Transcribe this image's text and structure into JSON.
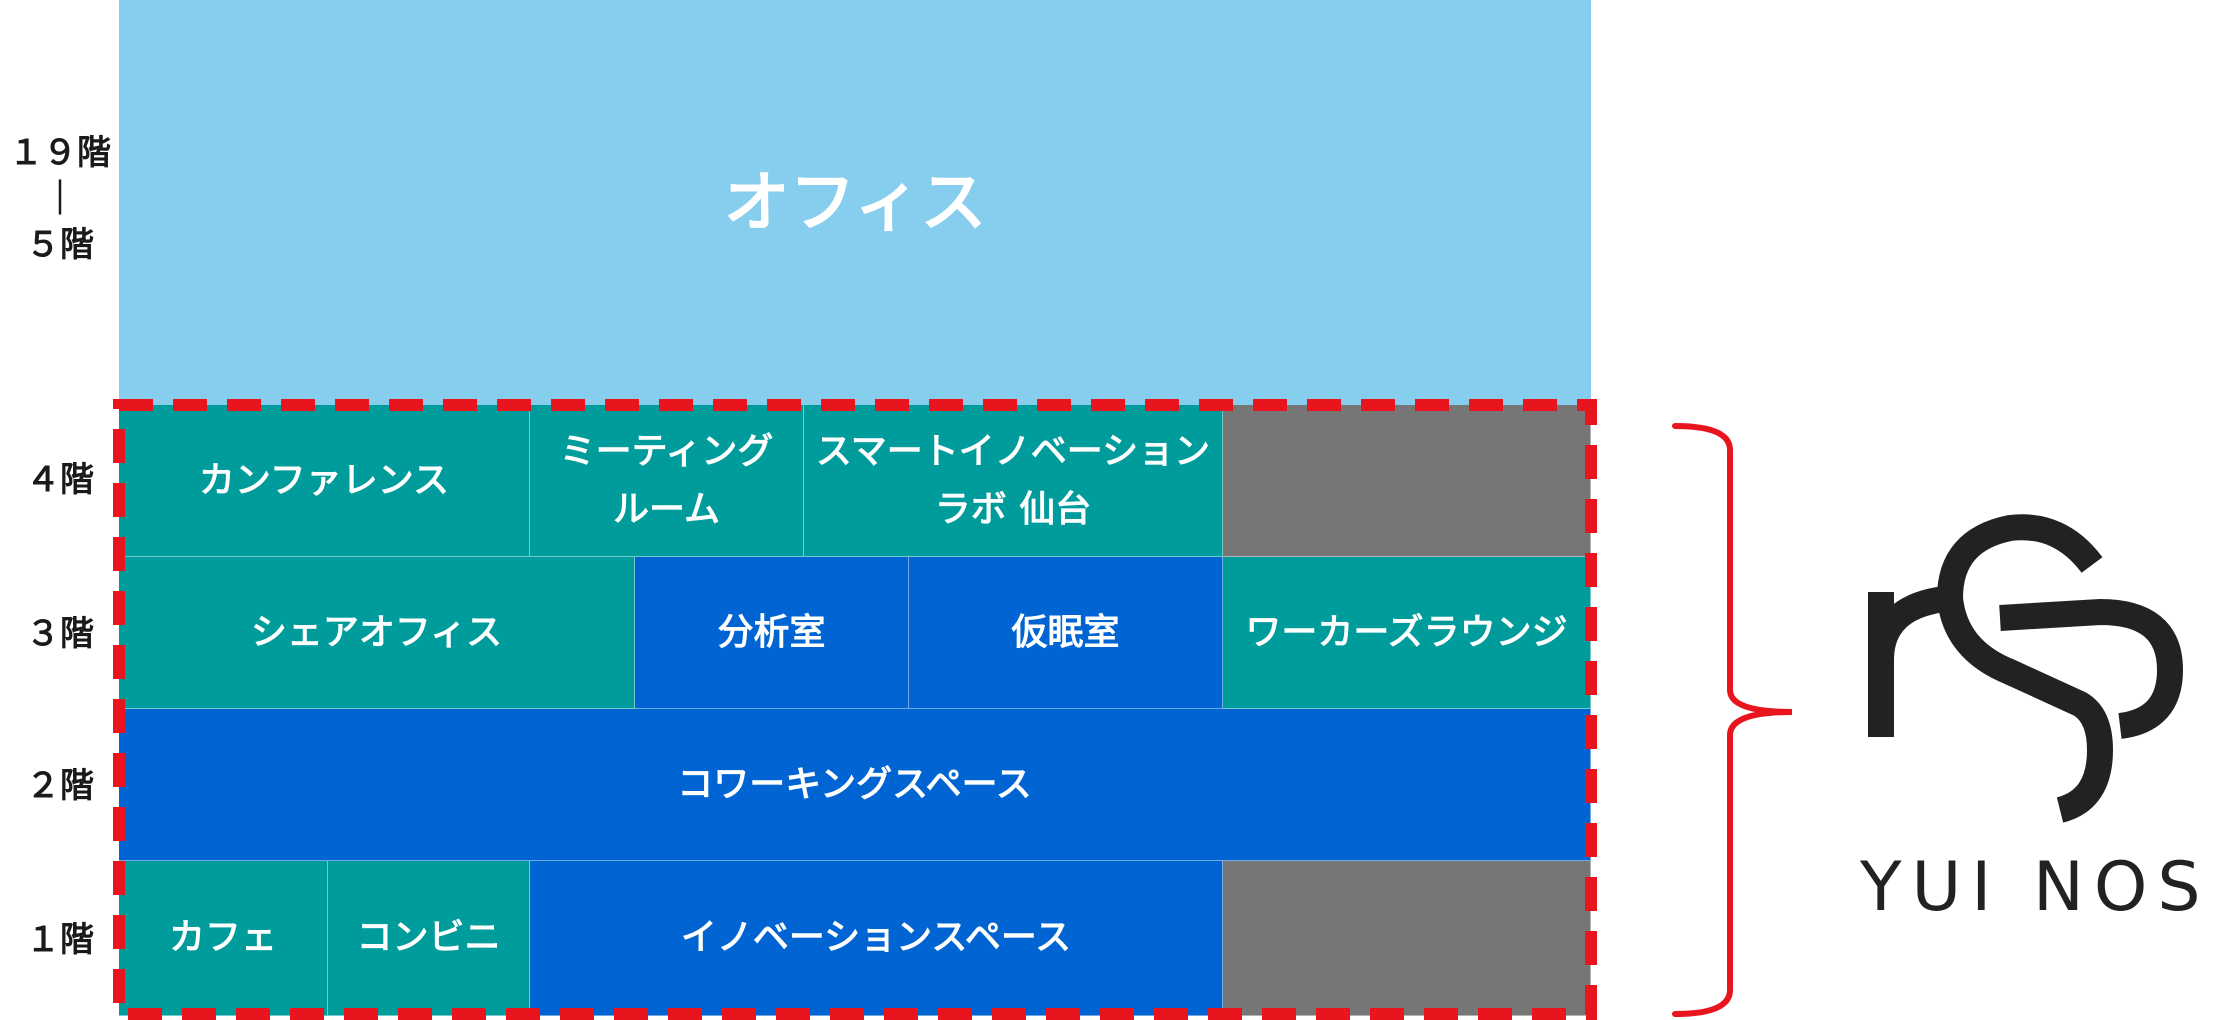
{
  "colors": {
    "office": "#87CDEE",
    "teal": "#009B9B",
    "blue": "#0064D2",
    "gray": "#767676",
    "dashed": "#E8141E",
    "bracket": "#E8141E",
    "logo": "#222222"
  },
  "floors": {
    "f19_top": "１９階",
    "f19_mid": "｜",
    "f19_bottom": "５階",
    "f4": "４階",
    "f3": "３階",
    "f2": "２階",
    "f1": "１階"
  },
  "office": {
    "label": "オフィス"
  },
  "fourth": {
    "conference": "カンファレンス",
    "meeting": "ミーティング\nルーム",
    "smart_lab": "スマートイノベーション\nラボ 仙台",
    "empty": ""
  },
  "third": {
    "share_office": "シェアオフィス",
    "analysis": "分析室",
    "nap": "仮眠室",
    "worker_lounge": "ワーカーズラウンジ"
  },
  "second": {
    "coworking": "コワーキングスペース"
  },
  "first": {
    "cafe": "カフェ",
    "convenience": "コンビニ",
    "innovation": "イノベーションスペース",
    "empty": ""
  },
  "logo": {
    "text": "YUI NOS",
    "mark": "yui-nos-logo-mark"
  }
}
